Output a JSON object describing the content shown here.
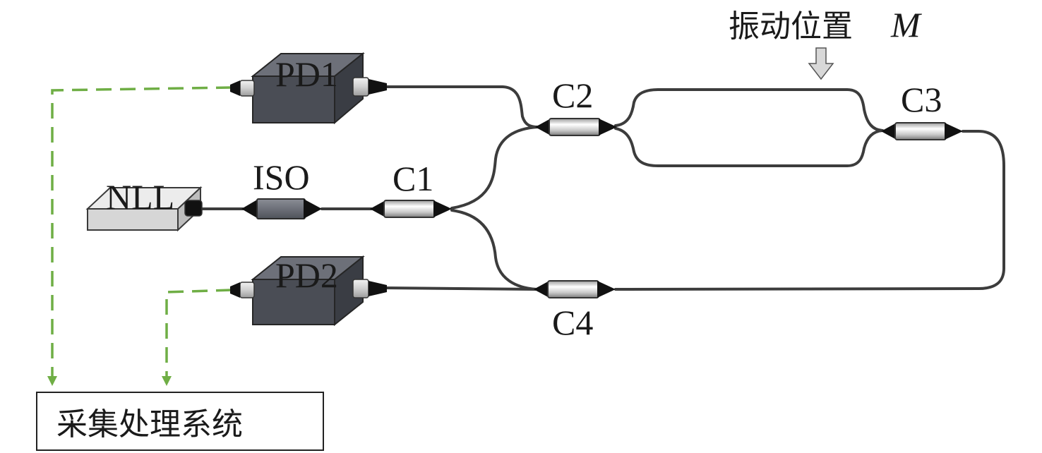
{
  "labels": {
    "vibration": "振动位置",
    "vibration_symbol": "M",
    "pd1": "PD1",
    "pd2": "PD2",
    "nll": "NLL",
    "iso": "ISO",
    "c1": "C1",
    "c2": "C2",
    "c3": "C3",
    "c4": "C4",
    "system": "采集处理系统"
  },
  "colors": {
    "fiber": "#3c3c3c",
    "signal": "#6fae45",
    "detector": "#4a4d55",
    "laser": "#dcdcdc",
    "isolator": "#6d7079"
  }
}
